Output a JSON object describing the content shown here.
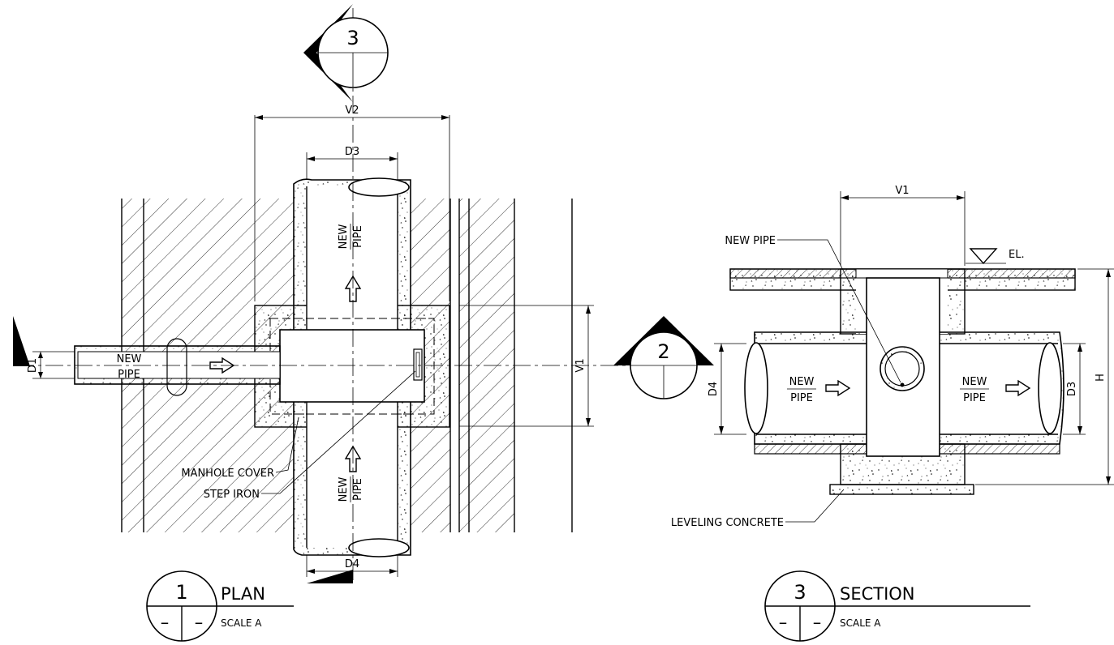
{
  "views": {
    "plan": {
      "number": "1",
      "title": "PLAN",
      "scale": "SCALE A",
      "sub_left": "–",
      "sub_right": "–"
    },
    "section": {
      "number": "3",
      "title": "SECTION",
      "scale": "SCALE A",
      "sub_left": "–",
      "sub_right": "–"
    }
  },
  "markers": {
    "section_cut_3": "3",
    "section_cut_2": "2"
  },
  "dimensions": {
    "v2": "V2",
    "d3_top": "D3",
    "d4_bottom": "D4",
    "d1": "D1",
    "v1_plan": "V1",
    "v1_section": "V1",
    "d4_section": "D4",
    "d3_section": "D3",
    "h": "H"
  },
  "labels": {
    "new": "NEW",
    "pipe": "PIPE",
    "manhole_cover": "MANHOLE COVER",
    "step_iron": "STEP IRON",
    "new_pipe_callout": "NEW PIPE",
    "elevation": "EL.",
    "leveling_concrete": "LEVELING CONCRETE"
  }
}
